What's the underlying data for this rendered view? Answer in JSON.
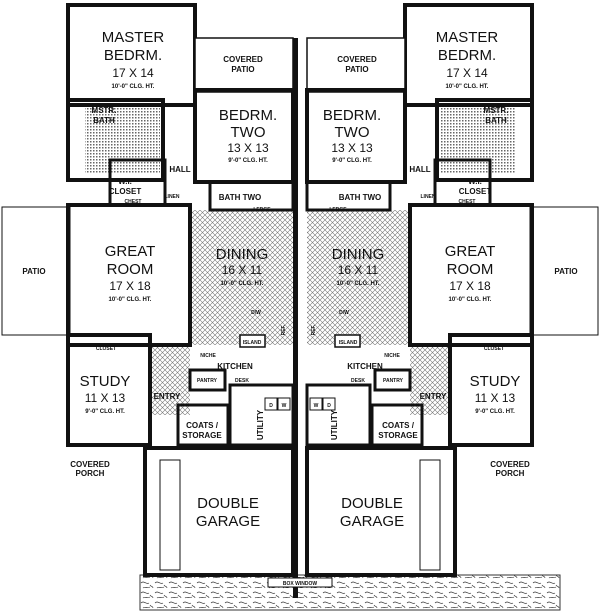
{
  "rooms": {
    "master": {
      "lines": [
        "MASTER",
        "BEDRM."
      ],
      "dims": "17 X 14",
      "ceiling": "10'-0\" CLG. HT."
    },
    "covered_patio": {
      "lines": [
        "COVERED",
        "PATIO"
      ]
    },
    "bedroom_two": {
      "lines": [
        "BEDRM.",
        "TWO"
      ],
      "dims": "13 X 13",
      "ceiling": "9'-0\" CLG. HT."
    },
    "master_bath": {
      "lines": [
        "MSTR.",
        "BATH"
      ]
    },
    "wi_closet": {
      "lines": [
        "W.I.",
        "CLOSET"
      ]
    },
    "chest": "CHEST",
    "hall": "HALL",
    "linen": "LINEN",
    "bath_two": "BATH TWO",
    "ledge": "LEDGE",
    "great_room": {
      "lines": [
        "GREAT",
        "ROOM"
      ],
      "dims": "17 X 18",
      "ceiling": "10'-0\" CLG. HT."
    },
    "patio": "PATIO",
    "dining": {
      "lines": [
        "DINING"
      ],
      "dims": "16 X 11",
      "ceiling": "10'-0\" CLG. HT."
    },
    "kitchen": "KITCHEN",
    "pantry": "PANTRY",
    "island": "ISLAND",
    "niche": "NICHE",
    "dishwasher": "D/W",
    "desk": "DESK",
    "ref": "REF.",
    "study": {
      "lines": [
        "STUDY"
      ],
      "dims": "11 X 13",
      "ceiling": "9'-0\" CLG. HT."
    },
    "closet": "CLOSET",
    "entry": "ENTRY",
    "coats_storage": {
      "lines": [
        "COATS /",
        "STORAGE"
      ]
    },
    "utility": "UTILITY",
    "washer": "W",
    "dryer": "D",
    "covered_porch": {
      "lines": [
        "COVERED",
        "PORCH"
      ]
    },
    "garage": {
      "lines": [
        "DOUBLE",
        "GARAGE"
      ]
    }
  },
  "box_window": "BOX WINDOW",
  "colors": {
    "wall": "#111111",
    "hatch": "#888888",
    "background": "#ffffff"
  }
}
